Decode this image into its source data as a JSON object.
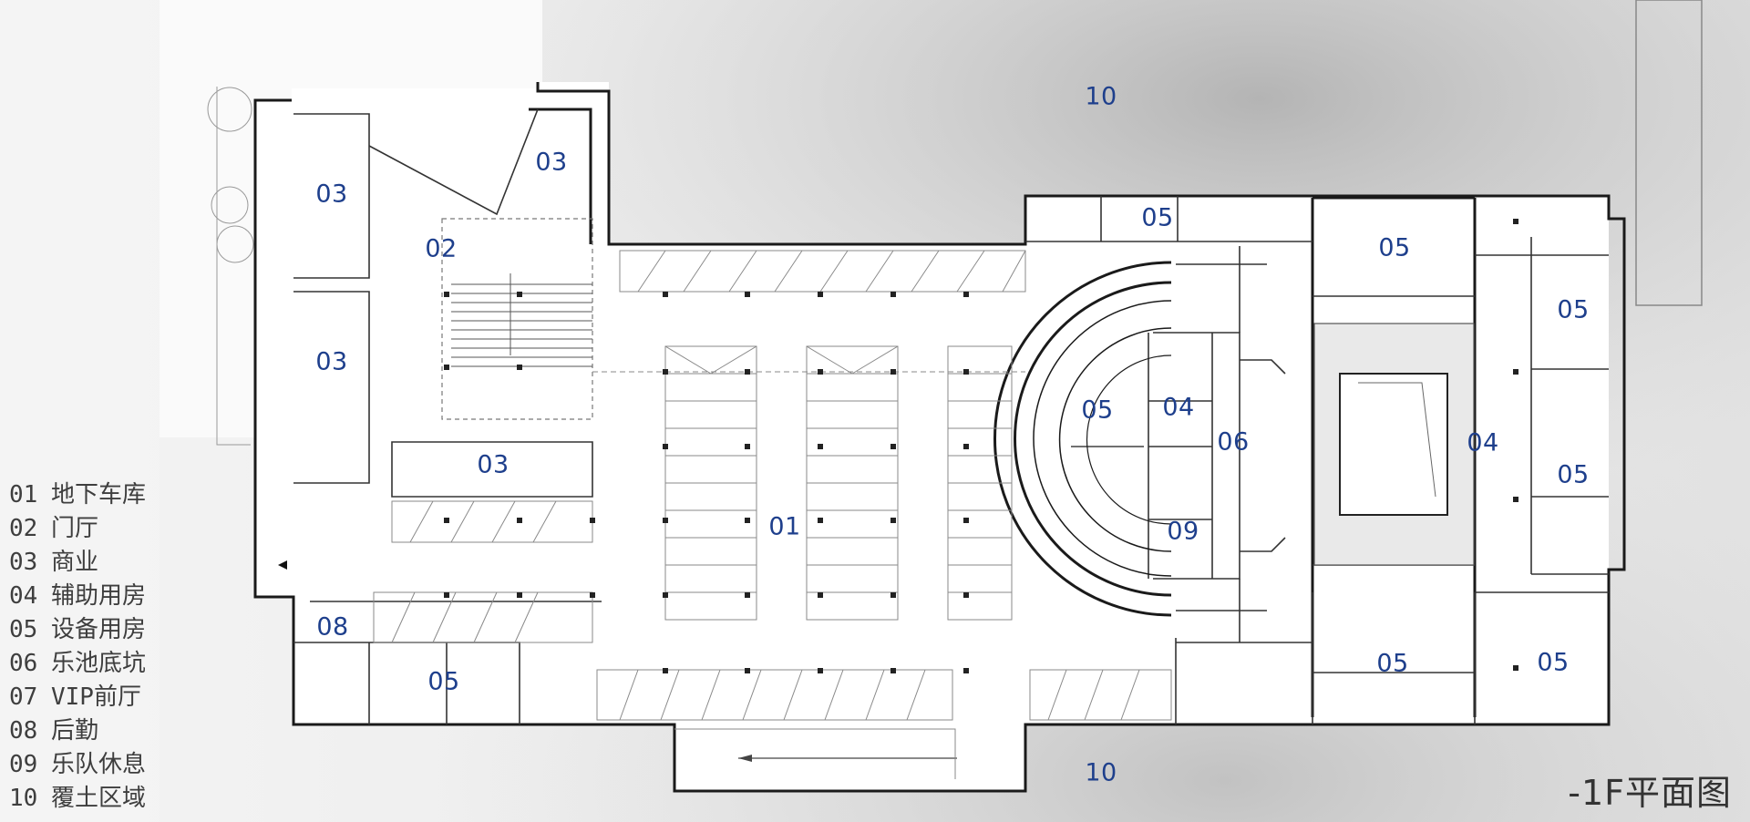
{
  "title": "-1F平面图",
  "legend": [
    {
      "num": "01",
      "name": "地下车库"
    },
    {
      "num": "02",
      "name": "门厅"
    },
    {
      "num": "03",
      "name": "商业"
    },
    {
      "num": "04",
      "name": "辅助用房"
    },
    {
      "num": "05",
      "name": "设备用房"
    },
    {
      "num": "06",
      "name": "乐池底坑"
    },
    {
      "num": "07",
      "name": "VIP前厅"
    },
    {
      "num": "08",
      "name": "后勤"
    },
    {
      "num": "09",
      "name": "乐队休息"
    },
    {
      "num": "10",
      "name": "覆土区域"
    }
  ],
  "room_labels": [
    "10",
    "03",
    "03",
    "02",
    "03",
    "03",
    "01",
    "08",
    "05",
    "05",
    "05",
    "05",
    "04",
    "06",
    "09",
    "04",
    "05",
    "05",
    "05",
    "05",
    "10"
  ],
  "colors": {
    "label": "#1e3f8c",
    "wall": "#1a1a1a",
    "thin_line": "#777777",
    "ground": "#c8c8c8"
  }
}
